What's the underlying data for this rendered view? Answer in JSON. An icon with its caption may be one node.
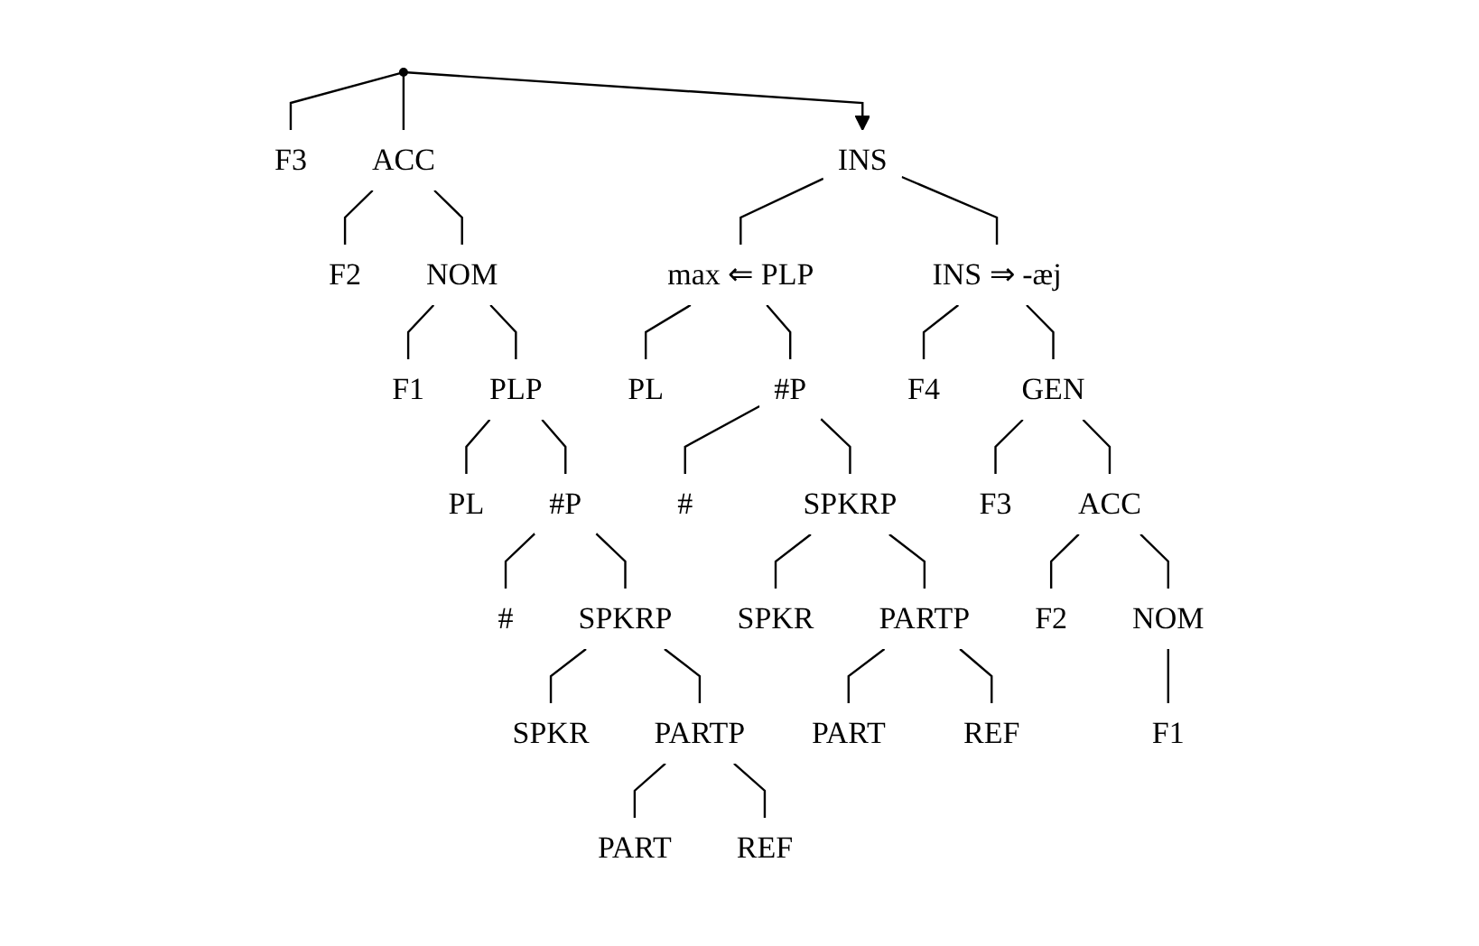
{
  "diagram": {
    "nodes": [
      {
        "text": [],
        "shape": "point"
      },
      {
        "text": [
          "F3"
        ]
      },
      {
        "text": [
          "ACC"
        ]
      },
      {
        "text": [
          "F2"
        ]
      },
      {
        "text": [
          "NOM"
        ]
      },
      {
        "text": [
          "F1"
        ]
      },
      {
        "text": [
          "PLP"
        ]
      },
      {
        "text": [
          "PL"
        ]
      },
      {
        "text": [
          "#P"
        ]
      },
      {
        "text": [
          "#"
        ]
      },
      {
        "text": [
          "SPKRP"
        ]
      },
      {
        "text": [
          "SPKR"
        ]
      },
      {
        "text": [
          "PARTP"
        ]
      },
      {
        "text": [
          "PART"
        ]
      },
      {
        "text": [
          "REF"
        ]
      },
      {
        "text": [
          "INS"
        ]
      },
      {
        "text": [
          "max ⇐ PLP"
        ]
      },
      {
        "text": [
          "INS ⇒ -æj"
        ]
      },
      {
        "text": [
          "PL"
        ]
      },
      {
        "text": [
          "#P"
        ]
      },
      {
        "text": [
          "F4"
        ]
      },
      {
        "text": [
          "GEN"
        ]
      },
      {
        "text": [
          "#"
        ]
      },
      {
        "text": [
          "SPKRP"
        ]
      },
      {
        "text": [
          "F3"
        ]
      },
      {
        "text": [
          "ACC"
        ]
      },
      {
        "text": [
          "SPKR"
        ]
      },
      {
        "text": [
          "PARTP"
        ]
      },
      {
        "text": [
          "F2"
        ]
      },
      {
        "text": [
          "NOM"
        ]
      },
      {
        "text": [
          "PART"
        ]
      },
      {
        "text": [
          "REF"
        ]
      },
      {
        "text": [
          "F1"
        ]
      }
    ],
    "edges": [
      {
        "from": 0,
        "to": 1,
        "arrow": "none"
      },
      {
        "from": 0,
        "to": 2,
        "arrow": "none"
      },
      {
        "from": 2,
        "to": 3,
        "arrow": "none"
      },
      {
        "from": 2,
        "to": 4,
        "arrow": "none"
      },
      {
        "from": 4,
        "to": 5,
        "arrow": "none"
      },
      {
        "from": 4,
        "to": 6,
        "arrow": "none"
      },
      {
        "from": 6,
        "to": 7,
        "arrow": "none"
      },
      {
        "from": 6,
        "to": 8,
        "arrow": "none"
      },
      {
        "from": 8,
        "to": 9,
        "arrow": "none"
      },
      {
        "from": 8,
        "to": 10,
        "arrow": "none"
      },
      {
        "from": 10,
        "to": 11,
        "arrow": "none"
      },
      {
        "from": 10,
        "to": 12,
        "arrow": "none"
      },
      {
        "from": 12,
        "to": 13,
        "arrow": "none"
      },
      {
        "from": 12,
        "to": 14,
        "arrow": "none"
      },
      {
        "from": 0,
        "to": 15,
        "arrow": "to"
      },
      {
        "from": 15,
        "to": 16,
        "arrow": "none"
      },
      {
        "from": 15,
        "to": 17,
        "arrow": "none"
      },
      {
        "from": 16,
        "to": 18,
        "arrow": "none"
      },
      {
        "from": 16,
        "to": 19,
        "arrow": "none"
      },
      {
        "from": 19,
        "to": 22,
        "arrow": "none"
      },
      {
        "from": 19,
        "to": 23,
        "arrow": "none"
      },
      {
        "from": 23,
        "to": 26,
        "arrow": "none"
      },
      {
        "from": 23,
        "to": 27,
        "arrow": "none"
      },
      {
        "from": 27,
        "to": 30,
        "arrow": "none"
      },
      {
        "from": 27,
        "to": 31,
        "arrow": "none"
      },
      {
        "from": 17,
        "to": 20,
        "arrow": "none"
      },
      {
        "from": 17,
        "to": 21,
        "arrow": "none"
      },
      {
        "from": 21,
        "to": 24,
        "arrow": "none"
      },
      {
        "from": 21,
        "to": 25,
        "arrow": "none"
      },
      {
        "from": 25,
        "to": 28,
        "arrow": "none"
      },
      {
        "from": 25,
        "to": 29,
        "arrow": "none"
      },
      {
        "from": 29,
        "to": 32,
        "arrow": "none"
      }
    ]
  }
}
